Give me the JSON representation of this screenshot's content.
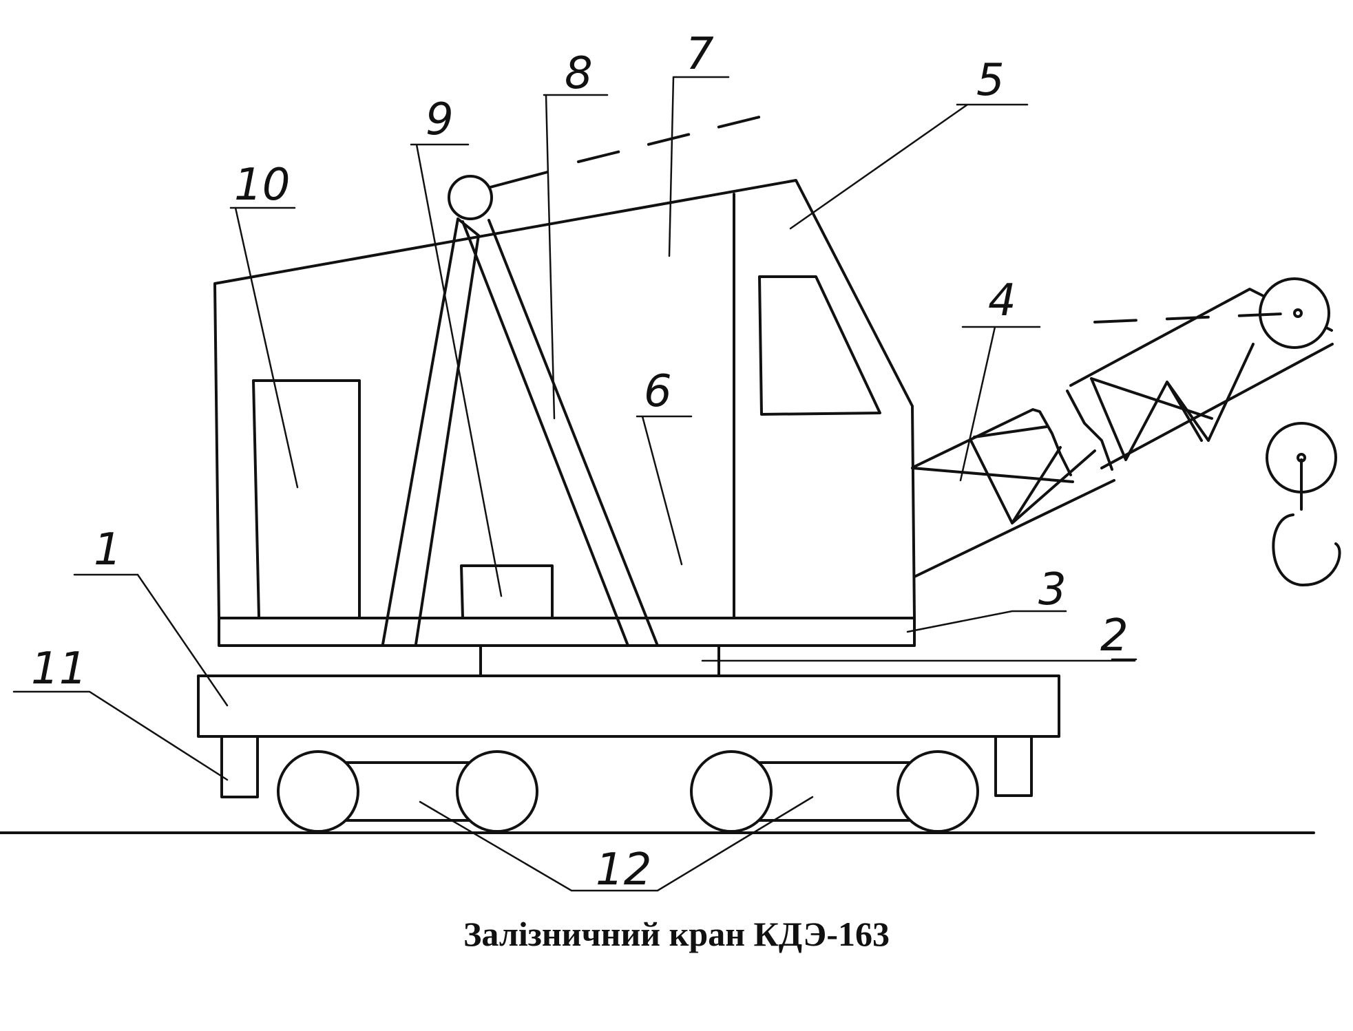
{
  "caption": "Залізничний кран КДЭ-163",
  "labels": [
    {
      "id": "1",
      "text": "1"
    },
    {
      "id": "2",
      "text": "2"
    },
    {
      "id": "3",
      "text": "3"
    },
    {
      "id": "4",
      "text": "4"
    },
    {
      "id": "5",
      "text": "5"
    },
    {
      "id": "6",
      "text": "6"
    },
    {
      "id": "7",
      "text": "7"
    },
    {
      "id": "8",
      "text": "8"
    },
    {
      "id": "9",
      "text": "9"
    },
    {
      "id": "10",
      "text": "10"
    },
    {
      "id": "11",
      "text": "11"
    },
    {
      "id": "12",
      "text": "12"
    }
  ]
}
